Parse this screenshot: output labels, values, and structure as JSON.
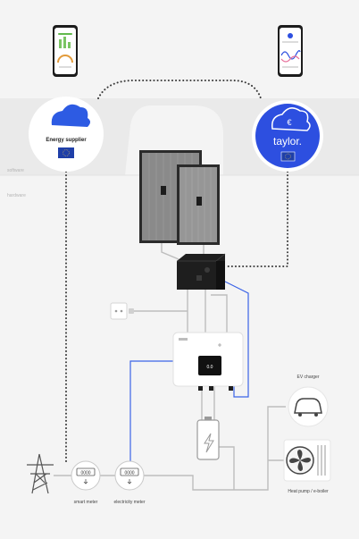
{
  "sections": {
    "software_label": "software",
    "hardware_label": "hardware"
  },
  "energy_supplier": {
    "label": "Energy supplier",
    "icon": "cloud-icon",
    "flag_icon": "eu-flag-icon"
  },
  "taylor": {
    "label": "taylor.",
    "icon": "cloud-euro-icon",
    "flag_icon": "eu-flag-icon",
    "accent": "#2d4fe0"
  },
  "devices": {
    "ev_charger_label": "EV charger",
    "heat_pump_label": "Heat pump / e-boiler",
    "smart_meter_label": "smart meter",
    "electricity_meter_label": "electricity meter",
    "smart_meter_reading": "0000",
    "electricity_meter_reading": "0000"
  },
  "colors": {
    "background": "#f4f4f4",
    "band": "#ececec",
    "cable": "#bdbdbd",
    "data_link": "#3a3a3a",
    "blue_cable": "#3b63e6"
  }
}
